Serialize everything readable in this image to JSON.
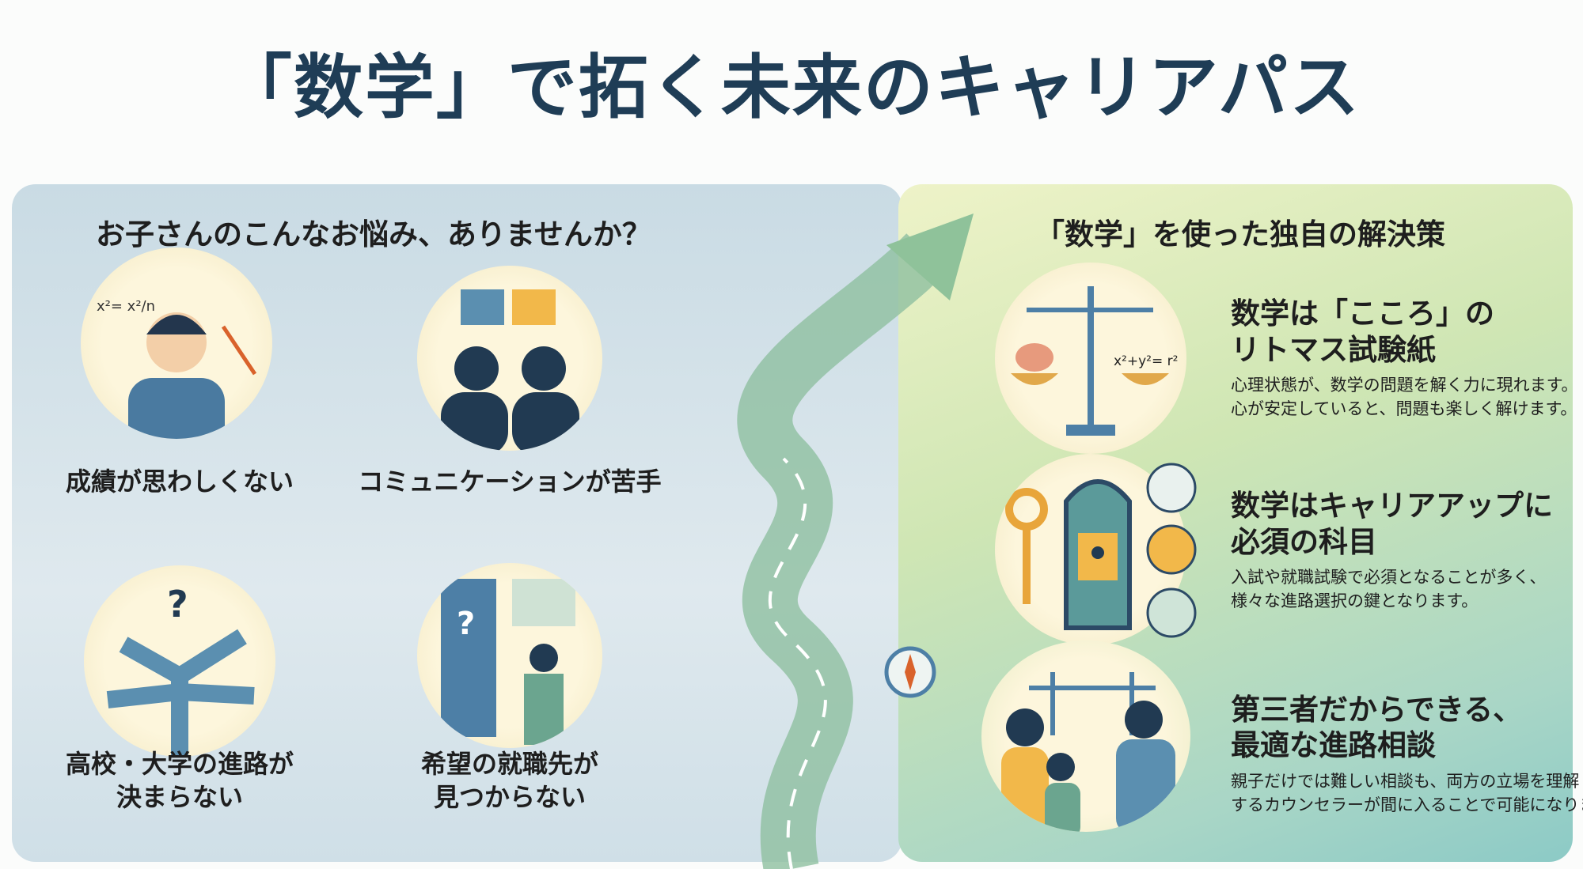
{
  "title": "「数学」で拓く未来のキャリアパス",
  "problems": {
    "heading": "お子さんのこんなお悩み、ありませんか？",
    "items": [
      {
        "label": "成績が思わしくない",
        "icon": "struggling-student-icon"
      },
      {
        "label": "コミュニケーションが苦手",
        "icon": "two-people-speech-icon"
      },
      {
        "label": "高校・大学の進路が",
        "label2": "決まらない",
        "icon": "crossroads-icon"
      },
      {
        "label": "希望の就職先が",
        "label2": "見つからない",
        "icon": "door-question-icon"
      }
    ],
    "formula_text": "x²= x²/n"
  },
  "solutions": {
    "heading": "「数学」を使った独自の解決策",
    "items": [
      {
        "title1": "数学は「こころ」の",
        "title2": "リトマス試験紙",
        "desc1": "心理状態が、数学の問題を解く力に現れます。",
        "desc2": "心が安定していると、問題も楽しく解けます。",
        "formula": "x²+y²= r²"
      },
      {
        "title1": "数学はキャリアアップに",
        "title2": "必須の科目",
        "desc1": "入試や就職試験で必須となることが多く、",
        "desc2": "様々な進路選択の鍵となります。"
      },
      {
        "title1": "第三者だからできる、",
        "title2": "最適な進路相談",
        "desc1": "親子だけでは難しい相談も、両方の立場を理解",
        "desc2": "するカウンセラーが間に入ることで可能になります。"
      }
    ]
  },
  "colors": {
    "title": "#1f3d56",
    "navy": "#2c4a66",
    "yellow": "#f2b84a",
    "road": "#7fa9bd",
    "arrow": "#9cc79a"
  }
}
